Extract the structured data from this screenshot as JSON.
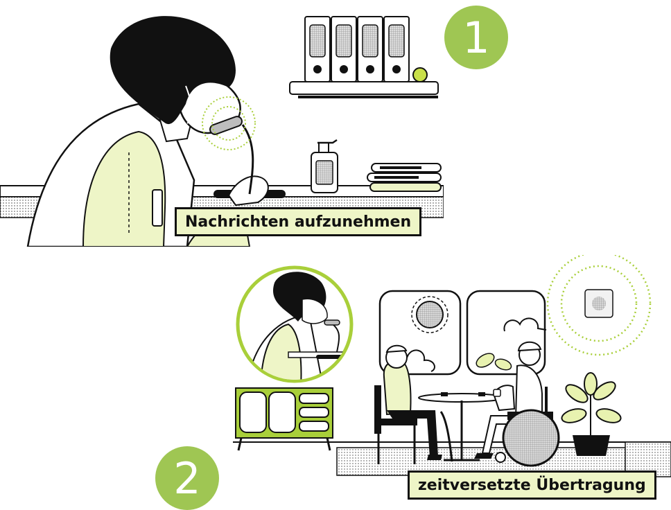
{
  "steps": [
    {
      "number": "1",
      "caption": "Nachrichten aufzunehmen"
    },
    {
      "number": "2",
      "caption": "zeitversetzte Übertragung"
    }
  ],
  "colors": {
    "accent_green": "#9fc653",
    "light_green": "#eef5c7",
    "ink": "#111111",
    "paper": "#ffffff"
  },
  "icons": [
    "microphone-icon",
    "speaker-icon",
    "sound-wave-icon",
    "binder-icon",
    "sun-icon",
    "cloud-icon",
    "plant-icon",
    "wheelchair-icon"
  ]
}
